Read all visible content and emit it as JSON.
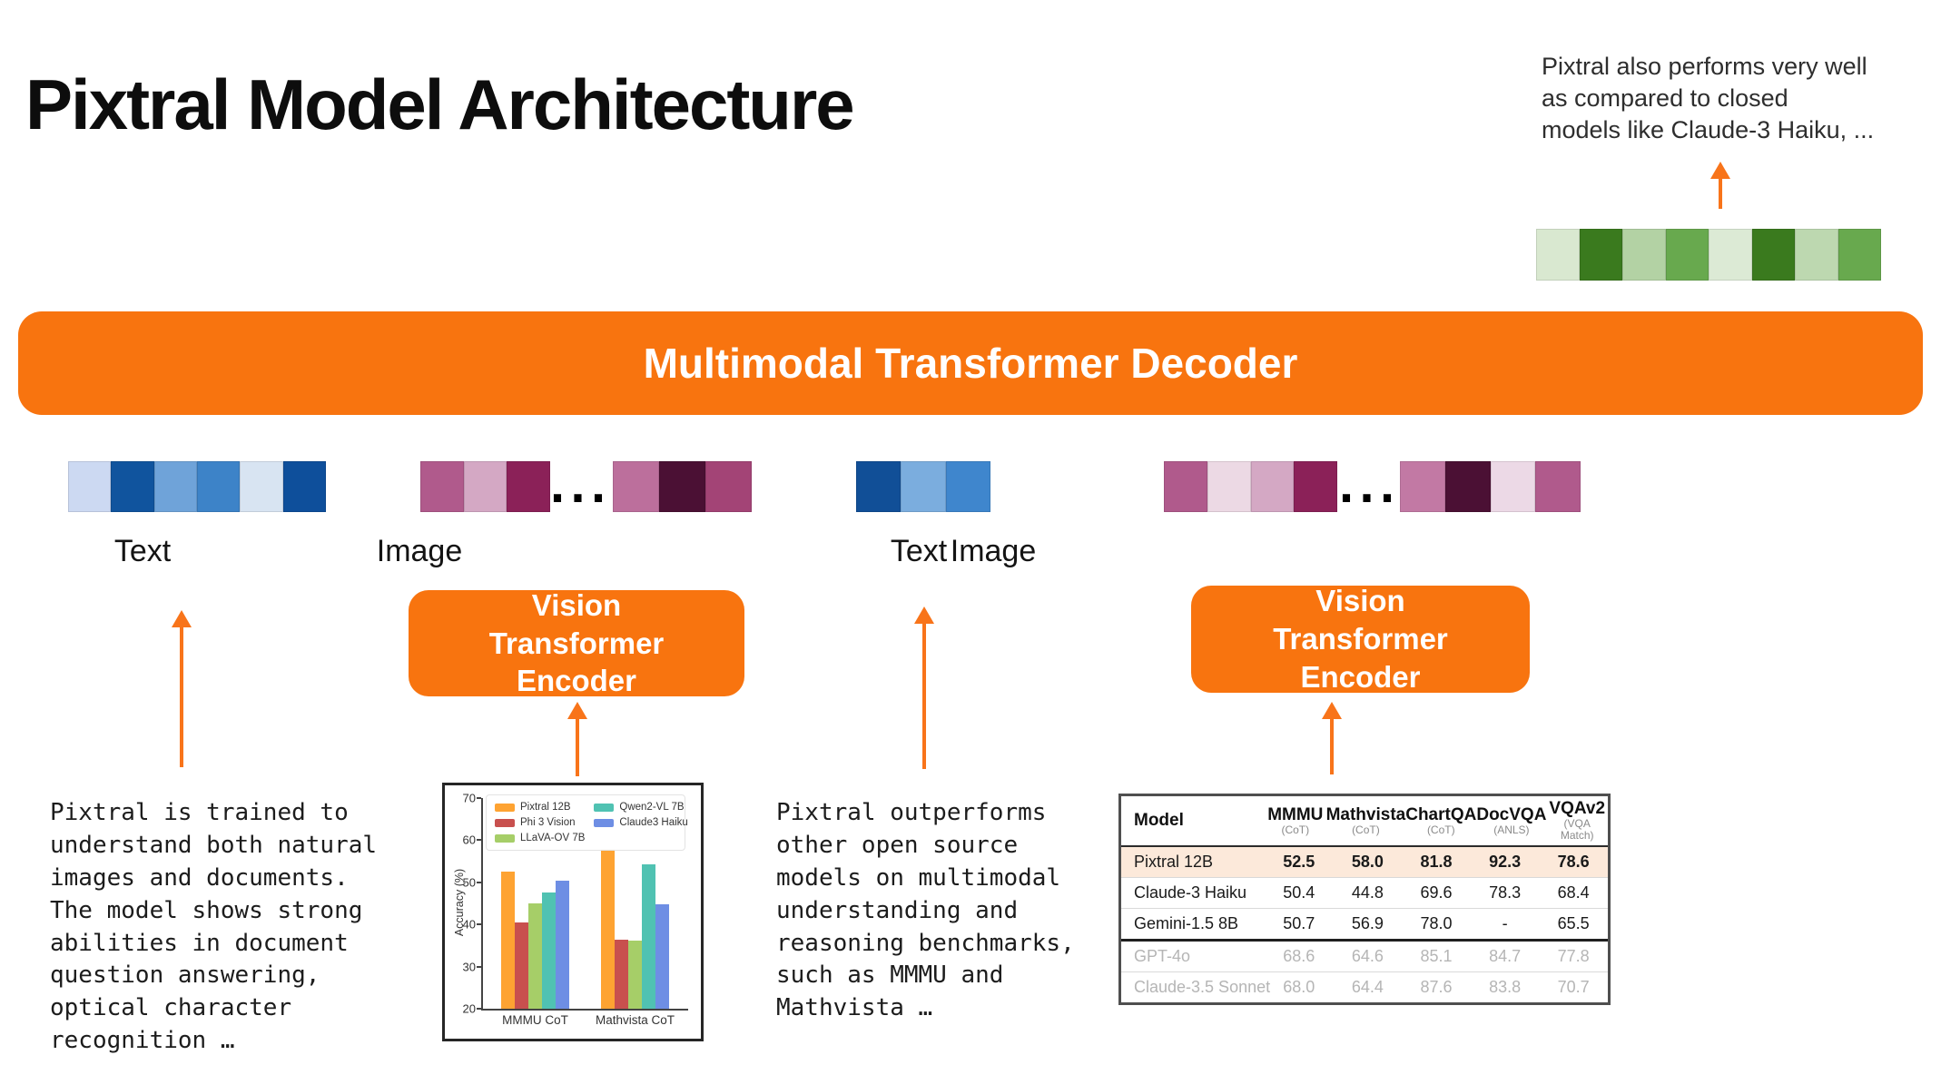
{
  "title": "Pixtral Model Architecture",
  "note": {
    "text": "Pixtral also performs very well\nas compared to closed\nmodels like Claude-3 Haiku, ..."
  },
  "decoder": {
    "label": "Multimodal Transformer Decoder"
  },
  "encoder": {
    "label": "Vision Transformer Encoder"
  },
  "labels": {
    "text1": "Text",
    "image1": "Image",
    "text2": "Text",
    "image2": "Image"
  },
  "ellipsis": "...",
  "left_text": "Pixtral is trained to\nunderstand both natural\nimages and documents.\nThe model shows strong\nabilities in document\nquestion answering,\noptical character\nrecognition …",
  "middle_text": "Pixtral outperforms\nother open source\nmodels on multimodal\nunderstanding and\nreasoning benchmarks,\nsuch as MMMU and\nMathvista …",
  "colors": {
    "orange": "#F8740F",
    "arrow_orange": "#F8741A"
  },
  "token_strips": {
    "green": [
      "#D9E8D0",
      "#3A7A1E",
      "#B3D2A4",
      "#68A94E",
      "#DCEAD5",
      "#3A7A1E",
      "#BDD8B0",
      "#68A94E"
    ],
    "blue1": [
      "#CCD9F2",
      "#10549E",
      "#6FA3D9",
      "#3D83C8",
      "#D8E4F2",
      "#0E4F9B"
    ],
    "image1a": [
      "#B05A8C",
      "#D4A8C4",
      "#8B2158"
    ],
    "image1b": [
      "#BC6F9C",
      "#4B1034",
      "#A34476"
    ],
    "blue2": [
      "#114F97",
      "#7BADDE",
      "#3F86CD"
    ],
    "image2a": [
      "#B05A8C",
      "#ECD9E4",
      "#D4A8C4",
      "#8B2158"
    ],
    "image2b": [
      "#C279A4",
      "#4B1034",
      "#ECD9E6",
      "#B05A8C"
    ]
  },
  "chart_data": {
    "type": "bar",
    "title": "",
    "categories": [
      "MMMU CoT",
      "Mathvista CoT"
    ],
    "series": [
      {
        "name": "Pixtral 12B",
        "color": "#FEA332",
        "values": [
          52.5,
          58.0
        ]
      },
      {
        "name": "Phi 3 Vision",
        "color": "#C8504E",
        "values": [
          40.4,
          36.4
        ]
      },
      {
        "name": "LLaVA-OV 7B",
        "color": "#A6CE68",
        "values": [
          45.1,
          36.1
        ]
      },
      {
        "name": "Qwen2-VL 7B",
        "color": "#50C2B2",
        "values": [
          47.6,
          54.3
        ]
      },
      {
        "name": "Claude3 Haiku",
        "color": "#6E8EE4",
        "values": [
          50.4,
          44.8
        ]
      }
    ],
    "xlabel": "",
    "ylabel": "Accuracy (%)",
    "ylim": [
      20,
      70
    ],
    "yticks": [
      20,
      30,
      40,
      50,
      60,
      70
    ],
    "legend_position": "upper center",
    "grid": false
  },
  "table": {
    "columns": [
      {
        "name": "Model",
        "sub": ""
      },
      {
        "name": "MMMU",
        "sub": "(CoT)"
      },
      {
        "name": "Mathvista",
        "sub": "(CoT)"
      },
      {
        "name": "ChartQA",
        "sub": "(CoT)"
      },
      {
        "name": "DocVQA",
        "sub": "(ANLS)"
      },
      {
        "name": "VQAv2",
        "sub": "(VQA Match)"
      }
    ],
    "rows": [
      {
        "model": "Pixtral 12B",
        "values": [
          "52.5",
          "58.0",
          "81.8",
          "92.3",
          "78.6"
        ],
        "highlight": true,
        "grayed": false,
        "divider_below": false
      },
      {
        "model": "Claude-3 Haiku",
        "values": [
          "50.4",
          "44.8",
          "69.6",
          "78.3",
          "68.4"
        ],
        "highlight": false,
        "grayed": false,
        "divider_below": false
      },
      {
        "model": "Gemini-1.5 8B",
        "values": [
          "50.7",
          "56.9",
          "78.0",
          "-",
          "65.5"
        ],
        "highlight": false,
        "grayed": false,
        "divider_below": true
      },
      {
        "model": "GPT-4o",
        "values": [
          "68.6",
          "64.6",
          "85.1",
          "84.7",
          "77.8"
        ],
        "highlight": false,
        "grayed": true,
        "divider_below": false
      },
      {
        "model": "Claude-3.5 Sonnet",
        "values": [
          "68.0",
          "64.4",
          "87.6",
          "83.8",
          "70.7"
        ],
        "highlight": false,
        "grayed": true,
        "divider_below": false
      }
    ]
  }
}
